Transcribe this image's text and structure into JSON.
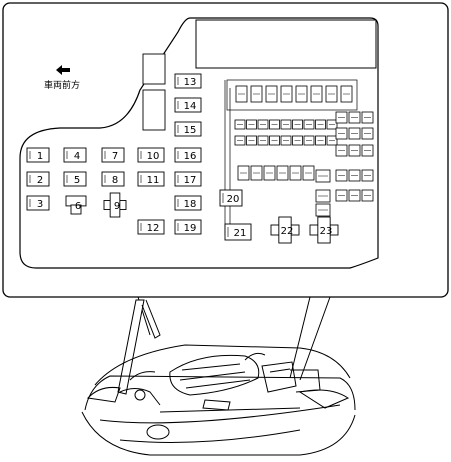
{
  "diagram": {
    "direction_label": "車両前方",
    "fuse_labels": [
      "1",
      "2",
      "3",
      "4",
      "5",
      "6",
      "7",
      "8",
      "9",
      "10",
      "11",
      "12",
      "13",
      "14",
      "15",
      "16",
      "17",
      "18",
      "19",
      "20",
      "21",
      "22",
      "23"
    ]
  }
}
